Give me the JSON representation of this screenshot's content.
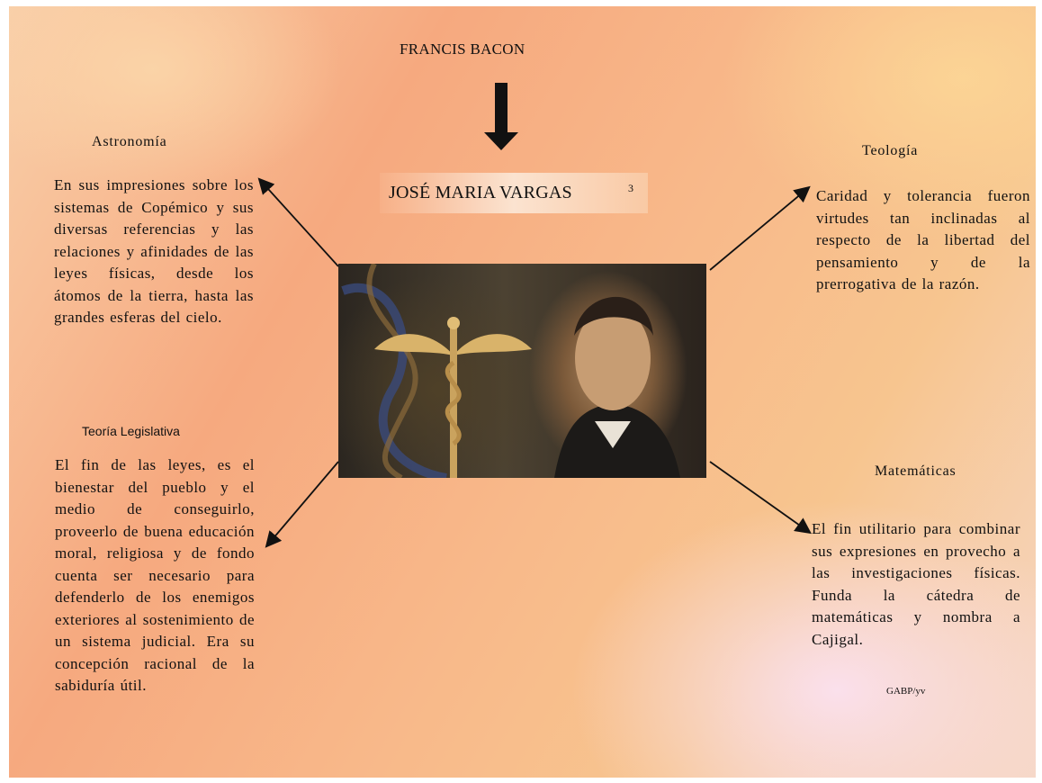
{
  "top_label": "FRANCIS BACON",
  "center": {
    "name": "JOSÉ MARIA VARGAS",
    "superscript": "3"
  },
  "astronomy": {
    "heading": "Astronomía",
    "text": "En sus impresiones sobre los sistemas de Copémico y sus diversas referencias y las relaciones y afinidades de las leyes físicas, desde los átomos de la tierra, hasta las grandes esferas del cielo."
  },
  "legislative": {
    "heading": "Teoría Legislativa",
    "text": "El fin de las leyes, es el bienestar del pueblo y el medio de conseguirlo, proveerlo de buena educación moral, religiosa y de fondo cuenta ser necesario para defenderlo de los enemigos exteriores al sostenimiento de un sistema judicial. Era su concepción racional de la sabiduría útil."
  },
  "theology": {
    "heading": "Teología",
    "text": "Caridad y tolerancia fueron virtudes tan inclinadas al respecto de la libertad del pensamiento y de la prerrogativa de la razón."
  },
  "mathematics": {
    "heading": "Matemáticas",
    "text": "El fin utilitario para combinar sus expresiones en provecho a las investigaciones físicas. Funda la cátedra de matemáticas y nombra a Cajigal."
  },
  "credit": "GABP/yv",
  "colors": {
    "arrow": "#111111",
    "text": "#111111"
  }
}
